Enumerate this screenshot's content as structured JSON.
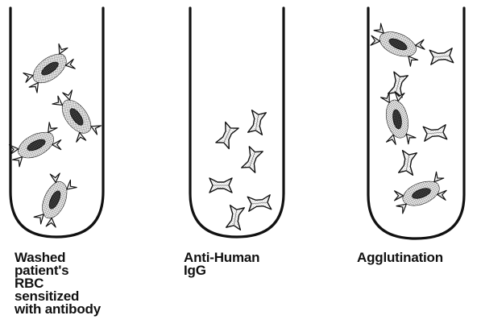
{
  "tubes": [
    {
      "id": "sensitized",
      "label_lines": [
        "Washed",
        "patient's",
        "RBC",
        "sensitized",
        "with antibody"
      ]
    },
    {
      "id": "reagent",
      "label_lines": [
        "Anti-Human",
        "IgG"
      ]
    },
    {
      "id": "result",
      "label_lines": [
        "Agglutination"
      ]
    }
  ],
  "colors": {
    "ink": "#111111",
    "cell_fill": "#9a9a9a",
    "nucleus": "#2e2e2e",
    "antibody_fill": "#bdbdbd",
    "background": "#ffffff"
  },
  "icons": {
    "rbc": "rbc-cell-icon",
    "antibody": "antibody-y-icon",
    "anti_igg": "anti-human-igg-icon"
  }
}
